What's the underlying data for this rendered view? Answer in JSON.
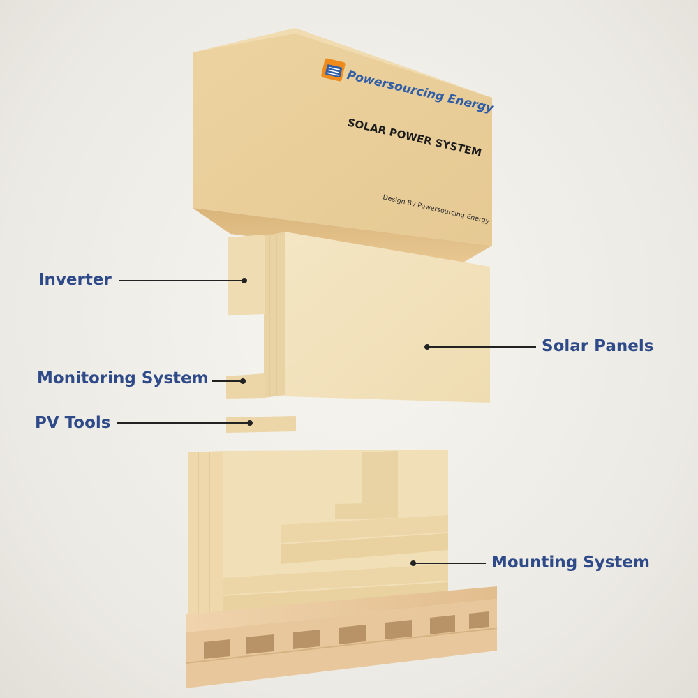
{
  "box": {
    "brand": "Powersourcing Energy",
    "title": "SOLAR POWER SYSTEM",
    "credit": "Design By Powersourcing Energy"
  },
  "components": {
    "inverter": "Inverter",
    "monitoring": "Monitoring System",
    "pv_tools": "PV Tools",
    "solar_panels": "Solar Panels",
    "mounting": "Mounting System"
  },
  "colors": {
    "label_text": "#2f4a88",
    "leader_line": "#222222",
    "box_face": "#ead4a4",
    "box_top": "#f1dfb6",
    "pallet_wood": "#e8c9a0",
    "logo_blue": "#2f5da8",
    "logo_orange": "#ef8a1c"
  }
}
